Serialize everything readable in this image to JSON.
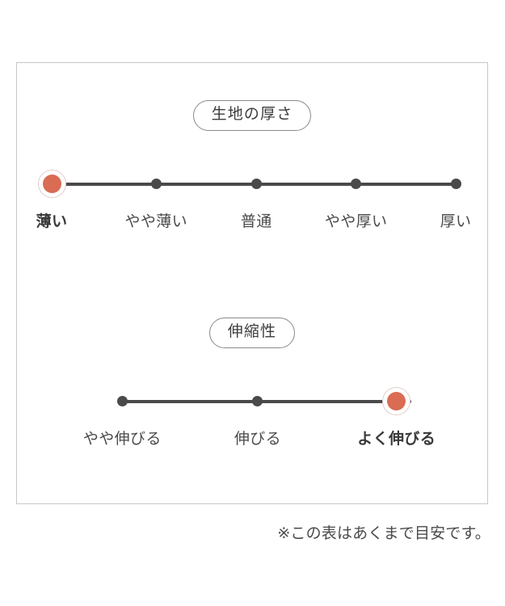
{
  "card": {
    "sections": [
      {
        "id": "thickness",
        "badge_label": "生地の厚さ",
        "selected_index": 0,
        "steps": [
          {
            "label": "薄い",
            "x_pct": 7.4
          },
          {
            "label": "やや薄い",
            "x_pct": 29.6
          },
          {
            "label": "普通",
            "x_pct": 50.9
          },
          {
            "label": "やや厚い",
            "x_pct": 72.1
          },
          {
            "label": "厚い",
            "x_pct": 93.3
          }
        ]
      },
      {
        "id": "stretch",
        "badge_label": "伸縮性",
        "selected_index": 2,
        "steps": [
          {
            "label": "やや伸びる",
            "x_pct": 22.4
          },
          {
            "label": "伸びる",
            "x_pct": 51.2
          },
          {
            "label": "よく伸びる",
            "x_pct": 80.7
          }
        ]
      }
    ]
  },
  "footnote": "※この表はあくまで目安です。",
  "colors": {
    "selected_marker": "#d96c53",
    "track": "#4a4a4a",
    "dot": "#4a4a4a",
    "frame_border": "#c8c8c8",
    "badge_border": "#8a8a8a",
    "text": "#4a4a4a",
    "selected_ring": "#e3cdc6"
  }
}
